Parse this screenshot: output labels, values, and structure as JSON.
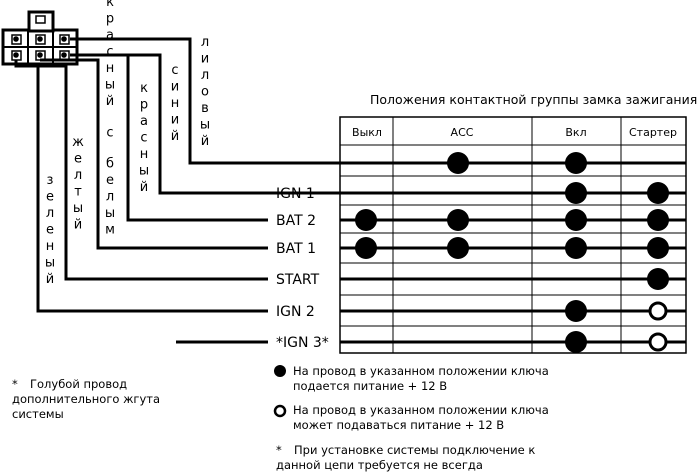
{
  "title": "Положения контактной группы замка зажигания",
  "columns": [
    "Выкл",
    "АСС",
    "Вкл",
    "Стартер"
  ],
  "wire_colors": [
    "лиловый",
    "синий",
    "красный",
    "красный с белым",
    "желтый",
    "зеленый"
  ],
  "rows": [
    {
      "label": "",
      "states": {
        "ACC": "filled",
        "ON": "filled"
      }
    },
    {
      "label": "IGN 1",
      "states": {
        "ON": "filled",
        "START": "filled"
      }
    },
    {
      "label": "BAT 2",
      "states": {
        "OFF": "filled",
        "ACC": "filled",
        "ON": "filled",
        "START": "filled"
      }
    },
    {
      "label": "BAT 1",
      "states": {
        "OFF": "filled",
        "ACC": "filled",
        "ON": "filled",
        "START": "filled"
      }
    },
    {
      "label": "START",
      "states": {
        "START": "filled"
      }
    },
    {
      "label": "IGN 2",
      "states": {
        "ON": "filled",
        "START": "open"
      }
    },
    {
      "label": "*IGN 3*",
      "states": {
        "ON": "filled",
        "START": "open"
      }
    }
  ],
  "notes": {
    "blue_wire": {
      "symbol": "*",
      "text": "Голубой провод дополнительного жгута системы"
    },
    "filled": {
      "text": "На провод в указанном положении ключа подается питание + 12 В"
    },
    "open": {
      "text": "На провод в указанном положении ключа может подаваться питание + 12 В"
    },
    "asterisk": {
      "symbol": "*",
      "text": "При установке системы подключение к данной цепи требуется не всегда"
    }
  }
}
